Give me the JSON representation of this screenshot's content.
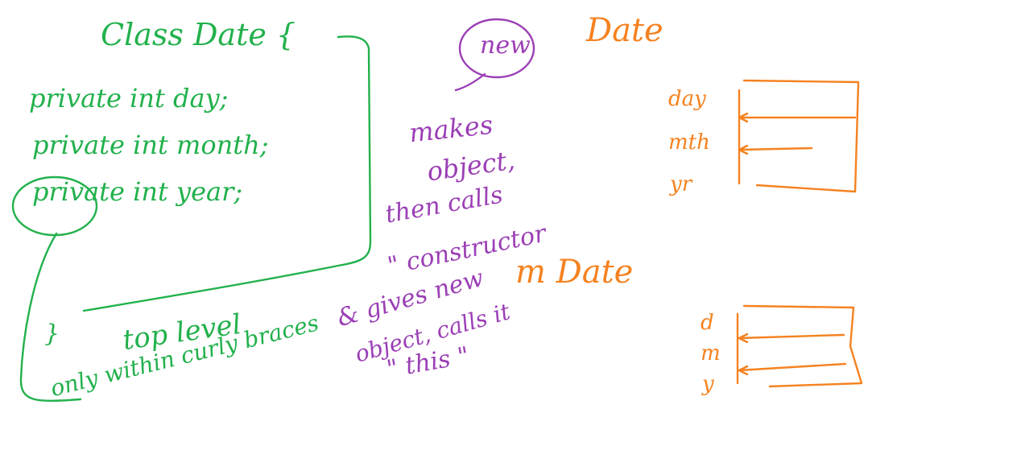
{
  "colors": {
    "green": "#22b14c",
    "orange": "#f58220",
    "purple": "#9b3fb5",
    "background": "#ffffff"
  },
  "class_code": {
    "header": "Class Date {",
    "fields": [
      "private int day;",
      "private int month;",
      "private int year;"
    ],
    "closing": "}"
  },
  "annotations": {
    "top_level": "top level",
    "only_within_curly": "only within curly braces",
    "new_keyword": "new",
    "new_target": "Date",
    "new_explanation": [
      "makes",
      "object,",
      "then calls",
      "\" constructor",
      "& gives new",
      "object, calls it",
      "\" this \""
    ],
    "second_expr": "m Date"
  },
  "memory_boxes": [
    {
      "labels": [
        "day",
        "mth",
        "yr"
      ]
    },
    {
      "labels": [
        "d",
        "m",
        "y"
      ]
    }
  ]
}
